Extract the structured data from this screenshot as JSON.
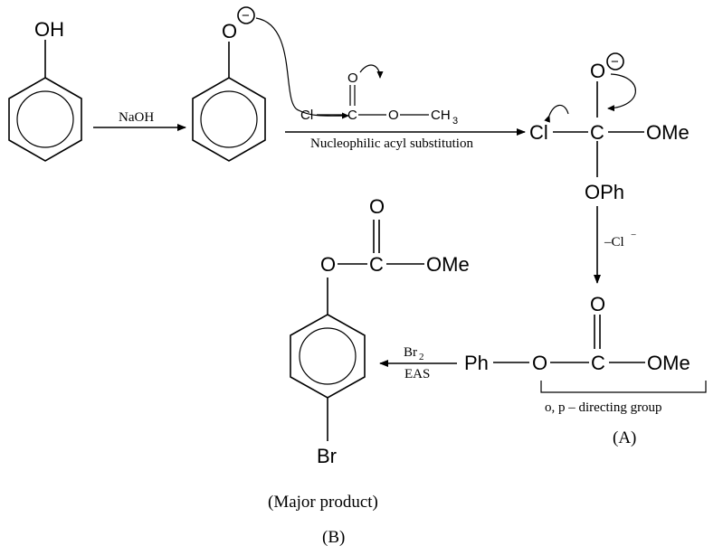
{
  "labels": {
    "phenol_oh": "OH",
    "naoh": "NaOH",
    "phenoxide_o": "O",
    "minus": "−",
    "ester_cl": "Cl",
    "ester_c": "C",
    "ester_carbonyl_o": "O",
    "ester_o": "O",
    "ester_ch": "CH",
    "ester_ch_sub": "3",
    "step2_caption": "Nucleophilic acyl substitution",
    "tet_cl": "Cl",
    "tet_c": "C",
    "tet_o": "O",
    "tet_ome": "OMe",
    "tet_oph": "OPh",
    "elim_cl": "–Cl",
    "elim_cl_sup": "−",
    "prodA_ph": "Ph",
    "prodA_o": "O",
    "prodA_c": "C",
    "prodA_carbonyl_o": "O",
    "prodA_ome": "OMe",
    "directing_text": "o, p – directing group",
    "label_a": "(A)",
    "br2": "Br",
    "br2_sub": "2",
    "eas": "EAS",
    "prodB_carbonyl_o": "O",
    "prodB_o": "O",
    "prodB_c": "C",
    "prodB_ome": "OMe",
    "prodB_br": "Br",
    "major_product": "(Major product)",
    "label_b": "(B)"
  }
}
